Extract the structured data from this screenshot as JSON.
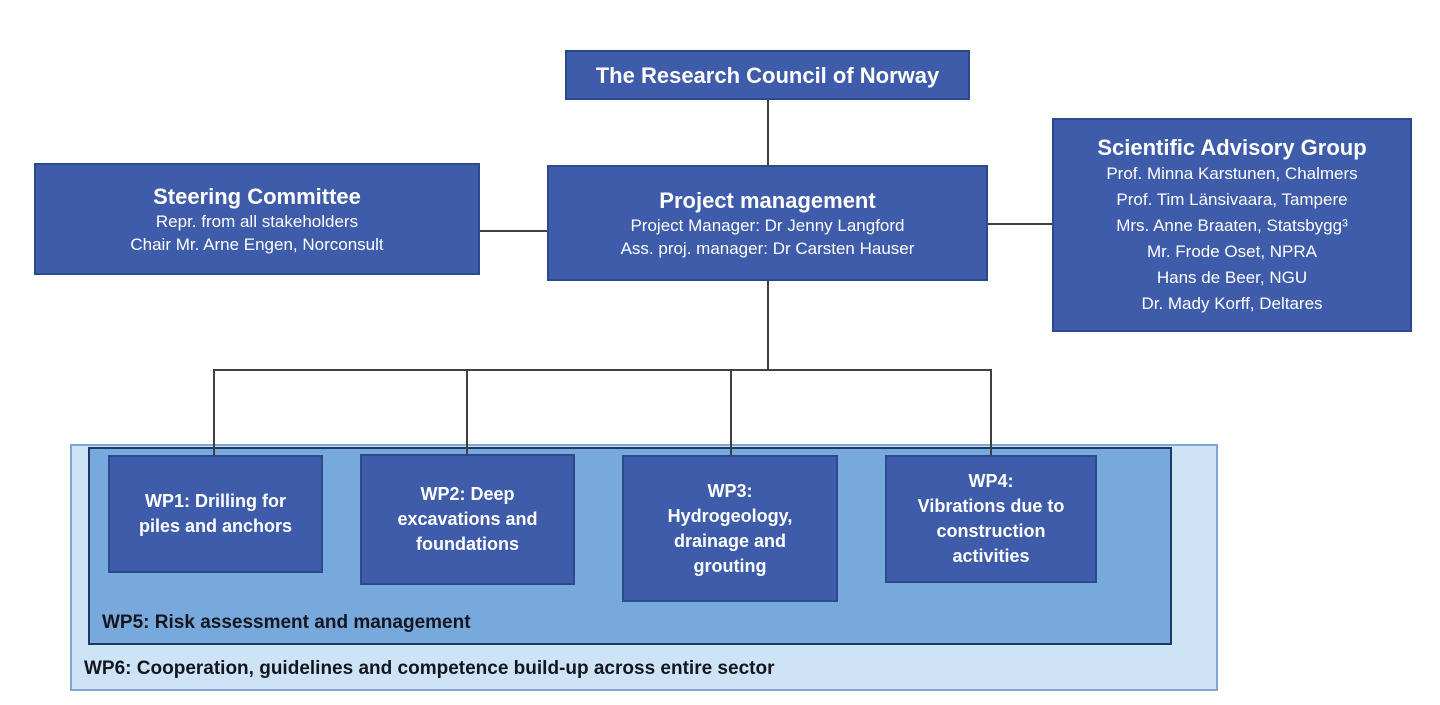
{
  "palette": {
    "node_fill": "#3e5ca9",
    "node_border": "#2b4a8b",
    "node_text": "#ffffff",
    "wp5_fill": "#78a9dc",
    "wp5_border": "#1f3864",
    "wp6_fill": "#cde4f7",
    "wp6_border": "#7ea6d4",
    "band_label_text": "#15151f",
    "connector": "#404040",
    "background": "#ffffff"
  },
  "nodes": {
    "research_council": {
      "title": "The Research Council of Norway"
    },
    "steering_committee": {
      "title": "Steering Committee",
      "lines": [
        "Repr. from all stakeholders",
        "Chair Mr. Arne Engen, Norconsult"
      ]
    },
    "project_management": {
      "title": "Project management",
      "lines": [
        "Project Manager: Dr Jenny Langford",
        "Ass. proj. manager: Dr Carsten Hauser"
      ]
    },
    "scientific_advisory_group": {
      "title": "Scientific Advisory Group",
      "members": [
        "Prof. Minna Karstunen, Chalmers",
        "Prof. Tim Länsivaara, Tampere",
        "Mrs. Anne Braaten, Statsbygg³",
        "Mr. Frode Oset, NPRA",
        "Hans de Beer, NGU",
        "Dr. Mady Korff, Deltares"
      ]
    },
    "wp1": {
      "lines": [
        "WP1: Drilling for",
        "piles and anchors"
      ]
    },
    "wp2": {
      "lines": [
        "WP2: Deep",
        "excavations and",
        "foundations"
      ]
    },
    "wp3": {
      "lines": [
        "WP3:",
        "Hydrogeology,",
        "drainage and",
        "grouting"
      ]
    },
    "wp4": {
      "lines": [
        "WP4:",
        "Vibrations due to",
        "construction",
        "activities"
      ]
    },
    "wp5": {
      "label": "WP5: Risk assessment and management"
    },
    "wp6": {
      "label": "WP6: Cooperation, guidelines and competence build-up across entire sector"
    }
  }
}
